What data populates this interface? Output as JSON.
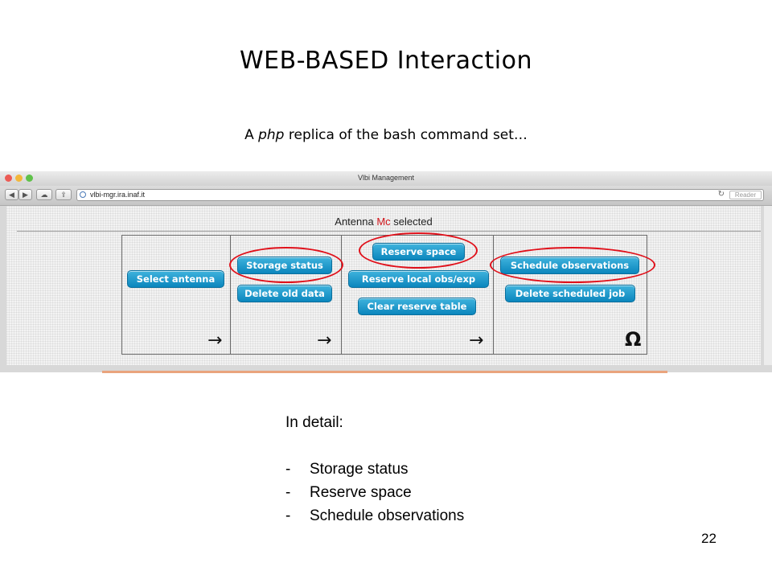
{
  "slide": {
    "title": "WEB-BASED Interaction",
    "subtitle_a": "A ",
    "subtitle_em": "php",
    "subtitle_b": " replica of the bash command set…",
    "page_number": "22"
  },
  "browser": {
    "window_title": "Vlbi Management",
    "url": "vlbi-mgr.ira.inaf.it",
    "reader_label": "Reader",
    "traffic_colors": [
      "#ec5b55",
      "#f3b73b",
      "#5fc14a"
    ]
  },
  "webpage": {
    "antenna_prefix": "Antenna ",
    "antenna_name": "Mc",
    "antenna_suffix": " selected",
    "buttons": {
      "select_antenna": "Select antenna",
      "storage_status": "Storage status",
      "delete_old_data": "Delete old data",
      "reserve_space": "Reserve space",
      "reserve_local": "Reserve local obs/exp",
      "clear_reserve": "Clear reserve table",
      "schedule_observations": "Schedule observations",
      "delete_scheduled_job": "Delete scheduled job"
    },
    "arrow": "→",
    "omega": "Ω",
    "colors": {
      "button": "#1a9fd0",
      "highlight_ring": "#e0101a",
      "antenna_name": "#d0141a"
    }
  },
  "detail": {
    "heading": "In detail:",
    "dash": "-",
    "items": [
      "Storage status",
      "Reserve space",
      "Schedule observations"
    ]
  }
}
